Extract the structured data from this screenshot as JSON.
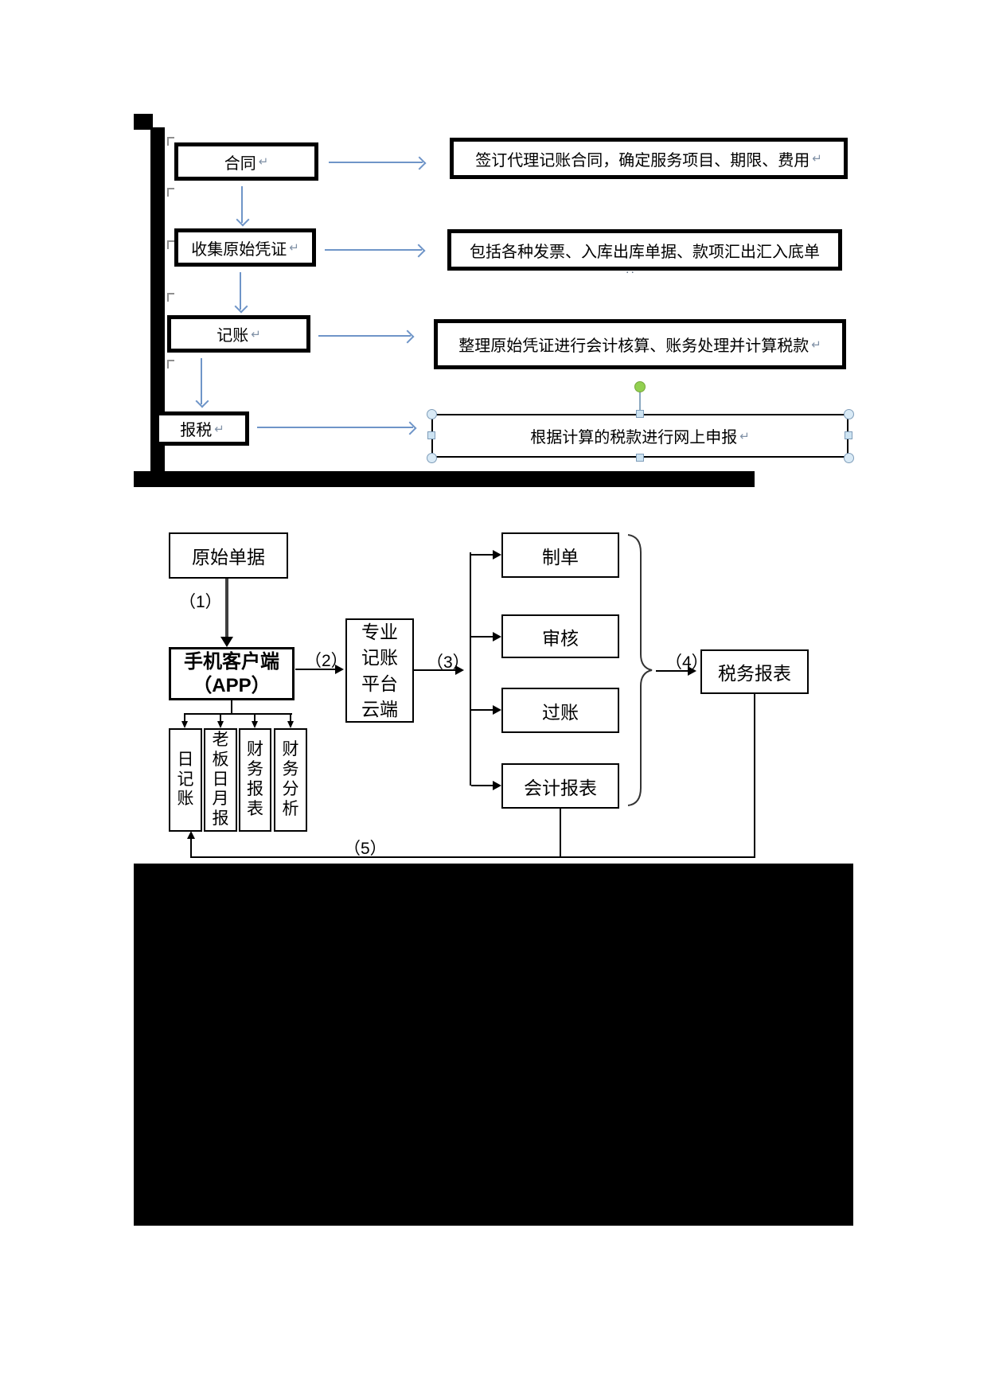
{
  "top_flow": {
    "pilcrow": "↵",
    "steps": [
      {
        "label": "合同",
        "desc": "签订代理记账合同，确定服务项目、期限、费用"
      },
      {
        "label": "收集原始凭证",
        "desc": "包括各种发票、入库出库单据、款项汇出汇入底单",
        "overflow_mark": ".."
      },
      {
        "label": "记账",
        "desc": "整理原始凭证进行会计核算、账务处理并计算税款"
      },
      {
        "label": "报税",
        "desc": "根据计算的税款进行网上申报"
      }
    ]
  },
  "app_flow": {
    "source": "原始单据",
    "client_line1": "手机客户端",
    "client_line2": "（APP）",
    "platform": "专业记账平台云端",
    "outputs": [
      "日记账",
      "老板日月报",
      "财务报表",
      "财务分析"
    ],
    "processes": [
      "制单",
      "审核",
      "过账",
      "会计报表"
    ],
    "tax_report": "税务报表",
    "step_labels": [
      "（1）",
      "（2）",
      "（3）",
      "（4）",
      "（5）"
    ]
  },
  "colors": {
    "accent_blue": "#6f95c8",
    "selection_green": "#92d050",
    "handle_blue": "#cde3f2"
  }
}
